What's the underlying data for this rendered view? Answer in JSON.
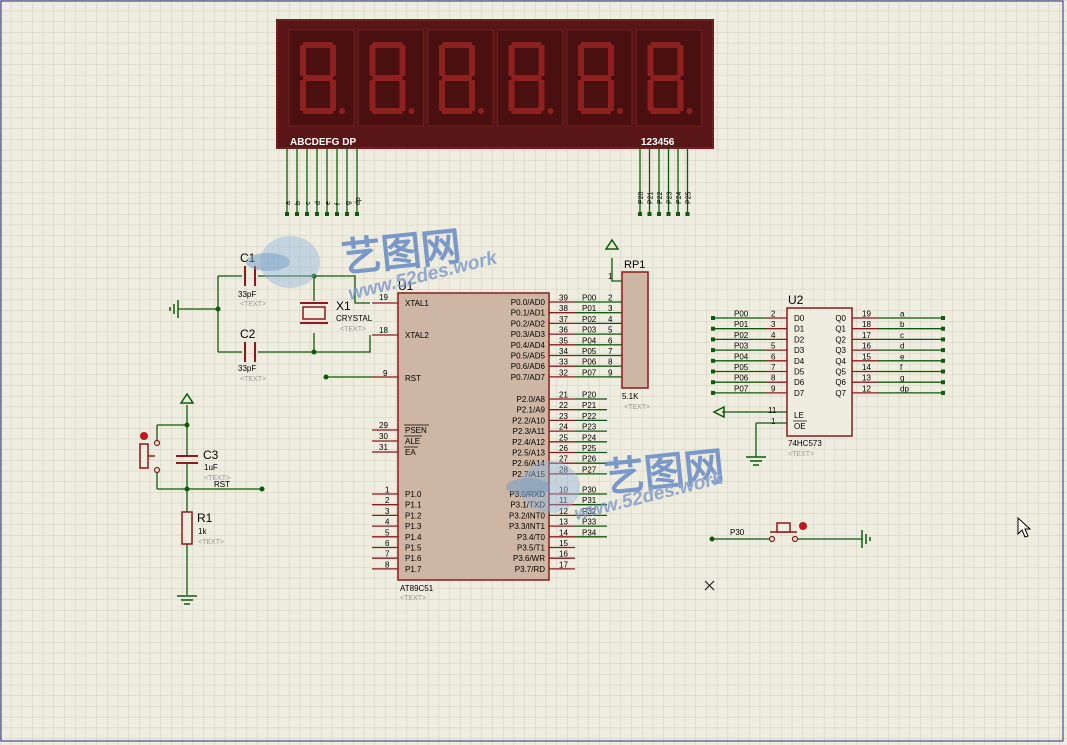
{
  "display": {
    "segment_label": "ABCDEFG DP",
    "digit_label": "123456",
    "seg_pins": [
      "a",
      "b",
      "c",
      "d",
      "e",
      "f",
      "g",
      "dp"
    ],
    "digit_pins": [
      "P20",
      "P21",
      "P22",
      "P23",
      "P24",
      "P25"
    ]
  },
  "u1": {
    "ref": "U1",
    "part": "AT89C51",
    "text": "<TEXT>",
    "xtal1": "XTAL1",
    "xtal1_pin": "19",
    "xtal2": "XTAL2",
    "xtal2_pin": "18",
    "rst": "RST",
    "rst_pin": "9",
    "psen": "PSEN",
    "psen_pin": "29",
    "ale": "ALE",
    "ale_pin": "30",
    "ea": "EA",
    "ea_pin": "31",
    "port0": [
      {
        "name": "P0.0/AD0",
        "pin": "39",
        "net": "P00"
      },
      {
        "name": "P0.1/AD1",
        "pin": "38",
        "net": "P01"
      },
      {
        "name": "P0.2/AD2",
        "pin": "37",
        "net": "P02"
      },
      {
        "name": "P0.3/AD3",
        "pin": "36",
        "net": "P03"
      },
      {
        "name": "P0.4/AD4",
        "pin": "35",
        "net": "P04"
      },
      {
        "name": "P0.5/AD5",
        "pin": "34",
        "net": "P05"
      },
      {
        "name": "P0.6/AD6",
        "pin": "33",
        "net": "P06"
      },
      {
        "name": "P0.7/AD7",
        "pin": "32",
        "net": "P07"
      }
    ],
    "port2": [
      {
        "name": "P2.0/A8",
        "pin": "21",
        "net": "P20"
      },
      {
        "name": "P2.1/A9",
        "pin": "22",
        "net": "P21"
      },
      {
        "name": "P2.2/A10",
        "pin": "23",
        "net": "P22"
      },
      {
        "name": "P2.3/A11",
        "pin": "24",
        "net": "P23"
      },
      {
        "name": "P2.4/A12",
        "pin": "25",
        "net": "P24"
      },
      {
        "name": "P2.5/A13",
        "pin": "26",
        "net": "P25"
      },
      {
        "name": "P2.6/A14",
        "pin": "27",
        "net": "P26"
      },
      {
        "name": "P2.7/A15",
        "pin": "28",
        "net": "P27"
      }
    ],
    "port3": [
      {
        "name": "P3.0/RXD",
        "pin": "10",
        "net": "P30"
      },
      {
        "name": "P3.1/TXD",
        "pin": "11",
        "net": "P31"
      },
      {
        "name": "P3.2/INT0",
        "pin": "12",
        "net": "P32"
      },
      {
        "name": "P3.3/INT1",
        "pin": "13",
        "net": "P33"
      },
      {
        "name": "P3.4/T0",
        "pin": "14",
        "net": "P34"
      },
      {
        "name": "P3.5/T1",
        "pin": "15",
        "net": ""
      },
      {
        "name": "P3.6/WR",
        "pin": "16",
        "net": ""
      },
      {
        "name": "P3.7/RD",
        "pin": "17",
        "net": ""
      }
    ],
    "port1": [
      {
        "name": "P1.0",
        "pin": "1"
      },
      {
        "name": "P1.1",
        "pin": "2"
      },
      {
        "name": "P1.2",
        "pin": "3"
      },
      {
        "name": "P1.3",
        "pin": "4"
      },
      {
        "name": "P1.4",
        "pin": "5"
      },
      {
        "name": "P1.5",
        "pin": "6"
      },
      {
        "name": "P1.6",
        "pin": "7"
      },
      {
        "name": "P1.7",
        "pin": "8"
      }
    ]
  },
  "u2": {
    "ref": "U2",
    "part": "74HC573",
    "text": "<TEXT>",
    "inputs": [
      {
        "net": "P00",
        "pin": "2",
        "name": "D0"
      },
      {
        "net": "P01",
        "pin": "3",
        "name": "D1"
      },
      {
        "net": "P02",
        "pin": "4",
        "name": "D2"
      },
      {
        "net": "P03",
        "pin": "5",
        "name": "D3"
      },
      {
        "net": "P04",
        "pin": "6",
        "name": "D4"
      },
      {
        "net": "P05",
        "pin": "7",
        "name": "D5"
      },
      {
        "net": "P06",
        "pin": "8",
        "name": "D6"
      },
      {
        "net": "P07",
        "pin": "9",
        "name": "D7"
      }
    ],
    "outputs": [
      {
        "name": "Q0",
        "pin": "19",
        "net": "a"
      },
      {
        "name": "Q1",
        "pin": "18",
        "net": "b"
      },
      {
        "name": "Q2",
        "pin": "17",
        "net": "c"
      },
      {
        "name": "Q3",
        "pin": "16",
        "net": "d"
      },
      {
        "name": "Q4",
        "pin": "15",
        "net": "e"
      },
      {
        "name": "Q5",
        "pin": "14",
        "net": "f"
      },
      {
        "name": "Q6",
        "pin": "13",
        "net": "g"
      },
      {
        "name": "Q7",
        "pin": "12",
        "net": "dp"
      }
    ],
    "le": "LE",
    "le_pin": "11",
    "oe": "OE",
    "oe_pin": "1"
  },
  "rp1": {
    "ref": "RP1",
    "value": "5.1K",
    "text": "<TEXT>",
    "pin1": "1",
    "pins": [
      "2",
      "3",
      "4",
      "5",
      "6",
      "7",
      "8",
      "9"
    ]
  },
  "c1": {
    "ref": "C1",
    "value": "33pF",
    "text": "<TEXT>"
  },
  "c2": {
    "ref": "C2",
    "value": "33pF",
    "text": "<TEXT>"
  },
  "x1": {
    "ref": "X1",
    "value": "CRYSTAL",
    "text": "<TEXT>"
  },
  "c3": {
    "ref": "C3",
    "value": "1uF",
    "text": "<TEXT>",
    "net": "RST"
  },
  "r1": {
    "ref": "R1",
    "value": "1k",
    "text": "<TEXT>"
  },
  "button": {
    "net": "P30"
  },
  "watermark": {
    "cn": "艺图网",
    "url": "www.52des.work"
  },
  "colors": {
    "background": "#efeddf",
    "grid": "#c9c6b6",
    "wire": "#0c5a0c",
    "component": "#8b1a1a",
    "body": "#cdb6a4",
    "display": "#5a1616",
    "segment": "#8e2020"
  }
}
